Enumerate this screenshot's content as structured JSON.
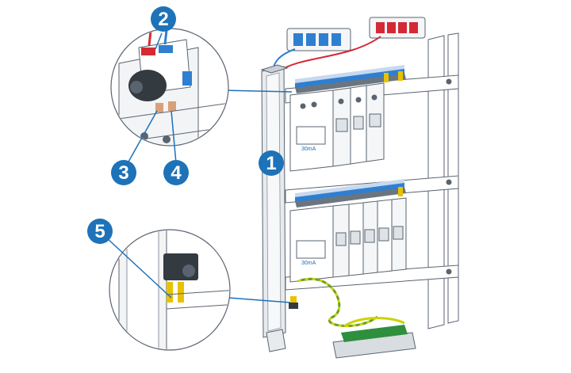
{
  "callouts": [
    {
      "number": "1",
      "color": "#1e72b8"
    },
    {
      "number": "2",
      "color": "#1e72b8"
    },
    {
      "number": "3",
      "color": "#1e72b8"
    },
    {
      "number": "4",
      "color": "#1e72b8"
    },
    {
      "number": "5",
      "color": "#1e72b8"
    }
  ],
  "breaker_labels": {
    "top_rcd": "30mA",
    "bottom_rcd": "30mA"
  },
  "colors": {
    "accent_blue": "#1e72b8",
    "phase_wire": "#d42a35",
    "neutral_wire": "#2f7fd0",
    "earth_wire": "#c9d400",
    "outline": "#5a6470"
  },
  "icons": [
    "red-connector-block-icon",
    "blue-connector-block-icon",
    "magnifier-zoom-icon"
  ]
}
